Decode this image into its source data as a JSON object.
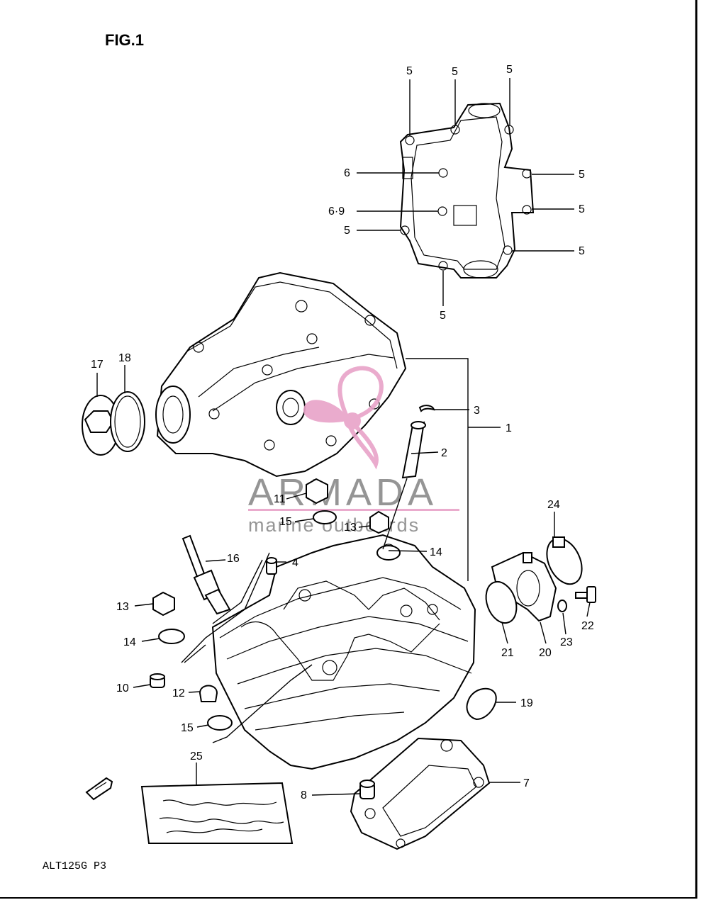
{
  "figure": {
    "title": "FIG.1",
    "code": "ALT125G P3"
  },
  "watermark": {
    "brand": "ARMADA",
    "tagline": "marine outboards",
    "color": "#e8a3c8"
  },
  "callouts": {
    "top": {
      "c1": "5",
      "c2": "5",
      "c3": "5",
      "c4": "6",
      "c5": "5",
      "c6": "6·9",
      "c7": "5",
      "c8": "5",
      "c9": "5",
      "c10": "5"
    },
    "main": {
      "p1": "1",
      "p2": "2",
      "p3": "3",
      "p4": "4",
      "p7": "7",
      "p8": "8",
      "p10": "10",
      "p11": "11",
      "p12": "12",
      "p13a": "13",
      "p13b": "13",
      "p14a": "14",
      "p14b": "14",
      "p15a": "15",
      "p15b": "15",
      "p16": "16",
      "p17": "17",
      "p18": "18",
      "p19": "19",
      "p20": "20",
      "p21": "21",
      "p22": "22",
      "p23": "23",
      "p24": "24",
      "p25": "25"
    }
  },
  "icons": [
    "front-arrow-icon"
  ]
}
